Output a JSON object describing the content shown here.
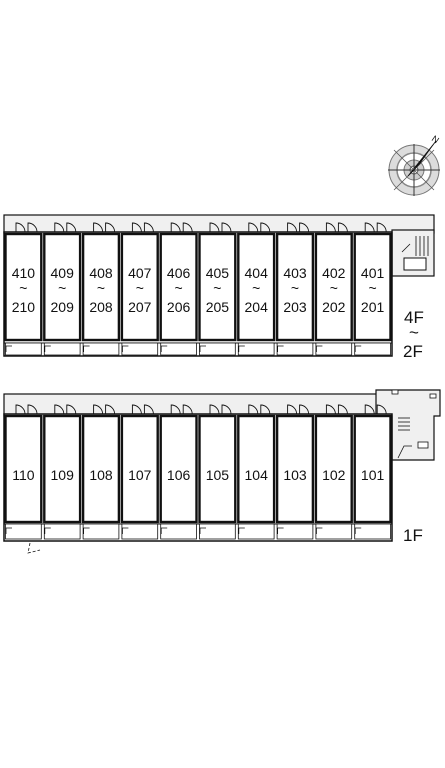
{
  "upper_floors": {
    "floor_label_top": "4F",
    "floor_label_sep": "~",
    "floor_label_bottom": "2F",
    "units": [
      {
        "top": "410",
        "sep": "~",
        "bottom": "210"
      },
      {
        "top": "409",
        "sep": "~",
        "bottom": "209"
      },
      {
        "top": "408",
        "sep": "~",
        "bottom": "208"
      },
      {
        "top": "407",
        "sep": "~",
        "bottom": "207"
      },
      {
        "top": "406",
        "sep": "~",
        "bottom": "206"
      },
      {
        "top": "405",
        "sep": "~",
        "bottom": "205"
      },
      {
        "top": "404",
        "sep": "~",
        "bottom": "204"
      },
      {
        "top": "403",
        "sep": "~",
        "bottom": "203"
      },
      {
        "top": "402",
        "sep": "~",
        "bottom": "202"
      },
      {
        "top": "401",
        "sep": "~",
        "bottom": "201"
      }
    ]
  },
  "ground_floor": {
    "floor_label": "1F",
    "units": [
      "110",
      "109",
      "108",
      "107",
      "106",
      "105",
      "104",
      "103",
      "102",
      "101"
    ]
  },
  "compass": {
    "north_label": "N",
    "icon": "compass-north-arrow-icon"
  },
  "colors": {
    "line": "#111111",
    "corridor_fill": "#f0f0f0",
    "background": "#ffffff"
  }
}
